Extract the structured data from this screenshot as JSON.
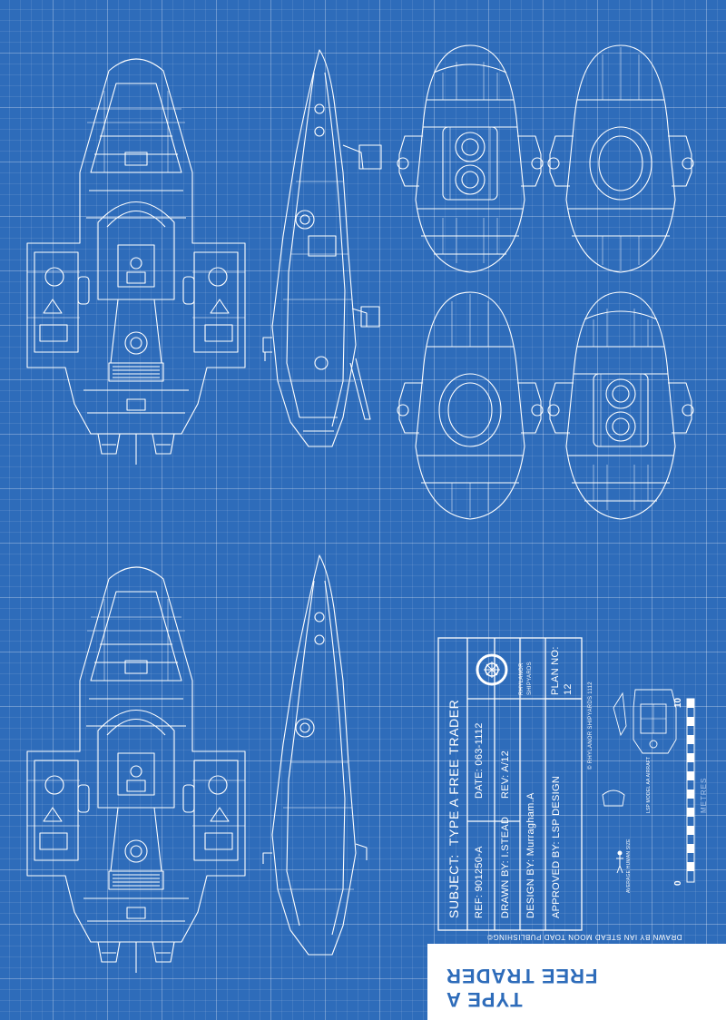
{
  "colors": {
    "background": "#2e6cba",
    "lines": "#ffffff",
    "title_text": "#2e6cba"
  },
  "title_block": {
    "subject_label": "SUBJECT:",
    "subject_value": "TYPE A FREE TRADER",
    "ref": "REF: 901250-A",
    "date": "DATE: 063-1112",
    "drawn_by": "DRAWN BY: I.STEAD",
    "rev": "REV: A/12",
    "design_by": "DESIGN BY:  Murragham.A",
    "approved_by": "APPROVED BY: LSP DESIGN",
    "company_line1": "RHYLANOR",
    "company_line2": "SHIPYARDS",
    "plan_no_label": "PLAN NO:",
    "plan_no_value": "12",
    "copyright": "© RHYLANOR SHIPYARDS 1112",
    "logo_icon": "gear-logo-icon"
  },
  "scale": {
    "label": "METRES",
    "tick_start": "0",
    "tick_end": "10",
    "human_label": "AVERAGE HUMAN SIZE",
    "model_label": "LSP MODEL AA AIRRAFT"
  },
  "footer": {
    "credit": "DRAWN BY IAN STEAD MOON TOAD PUBLISHING©",
    "title_line1": "TYPE A",
    "title_line2": "FREE TRADER"
  }
}
